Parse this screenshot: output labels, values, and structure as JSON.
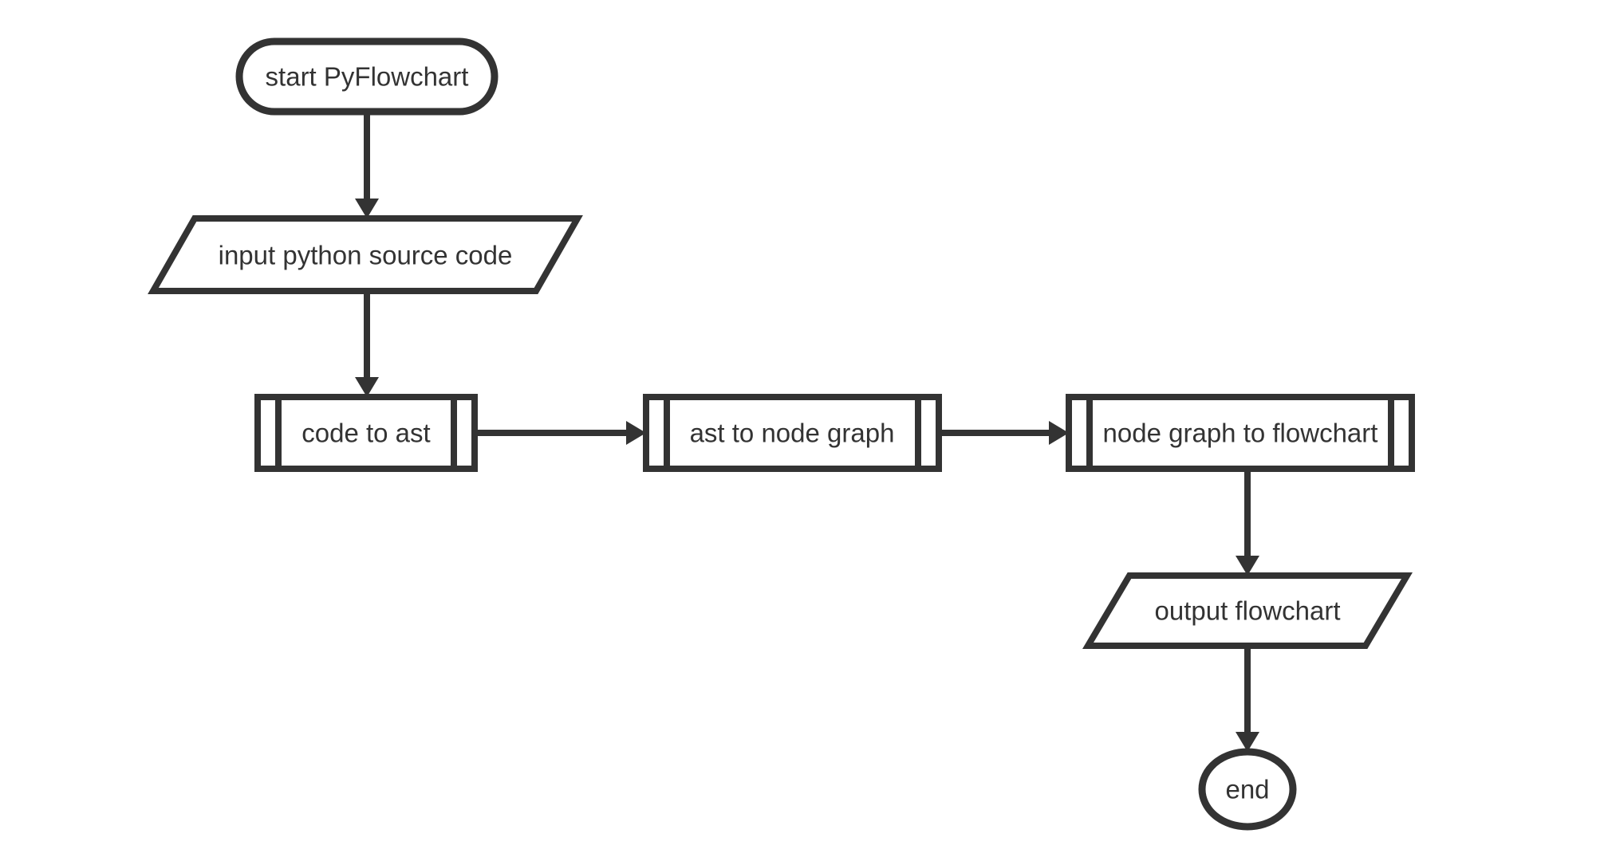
{
  "diagram": {
    "type": "flowchart",
    "colors": {
      "background": "#ffffff",
      "stroke": "#333333",
      "shape_fill": "#ffffff",
      "text": "#333333"
    },
    "nodes": [
      {
        "id": "start",
        "shape": "start-terminal",
        "label": "start PyFlowchart"
      },
      {
        "id": "input",
        "shape": "inputoutput",
        "label": "input python source code"
      },
      {
        "id": "code_to_ast",
        "shape": "subroutine",
        "label": "code to ast"
      },
      {
        "id": "ast_to_node_graph",
        "shape": "subroutine",
        "label": "ast to node graph"
      },
      {
        "id": "node_graph_to_flowchart",
        "shape": "subroutine",
        "label": "node graph to flowchart"
      },
      {
        "id": "output",
        "shape": "inputoutput",
        "label": "output flowchart"
      },
      {
        "id": "end",
        "shape": "end-terminal",
        "label": "end"
      }
    ],
    "edges": [
      {
        "from": "start",
        "to": "input",
        "direction": "down"
      },
      {
        "from": "input",
        "to": "code_to_ast",
        "direction": "down"
      },
      {
        "from": "code_to_ast",
        "to": "ast_to_node_graph",
        "direction": "right"
      },
      {
        "from": "ast_to_node_graph",
        "to": "node_graph_to_flowchart",
        "direction": "right"
      },
      {
        "from": "node_graph_to_flowchart",
        "to": "output",
        "direction": "down"
      },
      {
        "from": "output",
        "to": "end",
        "direction": "down"
      }
    ]
  }
}
